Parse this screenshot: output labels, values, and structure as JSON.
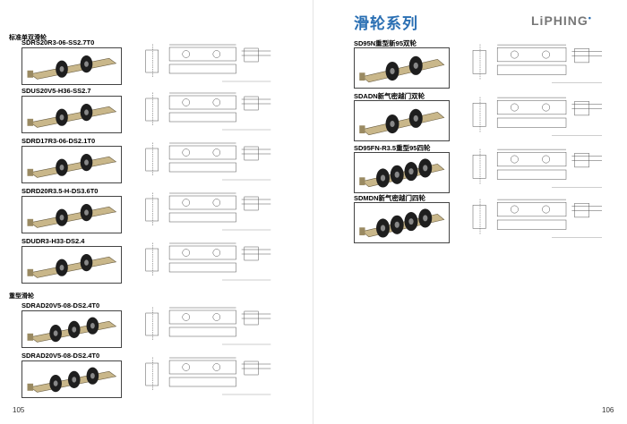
{
  "header": {
    "title": "滑轮系列",
    "logo": "LiPHING"
  },
  "left": {
    "section1": "标准单双滑轮",
    "section2": "重型滑轮",
    "items": [
      {
        "model": "SDRS20R3-06-SS2.7T0"
      },
      {
        "model": "SDUS20V5-H36-SS2.7"
      },
      {
        "model": "SDRD17R3-06-DS2.1T0"
      },
      {
        "model": "SDRD20R3.5-H-DS3.6T0"
      },
      {
        "model": "SDUDR3-H33-DS2.4"
      },
      {
        "model": "SDRAD20V5-08-DS2.4T0"
      },
      {
        "model": "SDRAD20V5-08-DS2.4T0"
      }
    ],
    "page_number": "105"
  },
  "right": {
    "items": [
      {
        "model": "SD95N重型新95双轮"
      },
      {
        "model": "SDADN新气密越门双轮"
      },
      {
        "model": "SD95FN-R3.5重型95四轮"
      },
      {
        "model": "SDMDN新气密越门四轮"
      }
    ],
    "page_number": "106"
  },
  "colors": {
    "brand": "#2a6fb3",
    "housing": "#c9b78a",
    "wheel": "#1e1e1e"
  }
}
